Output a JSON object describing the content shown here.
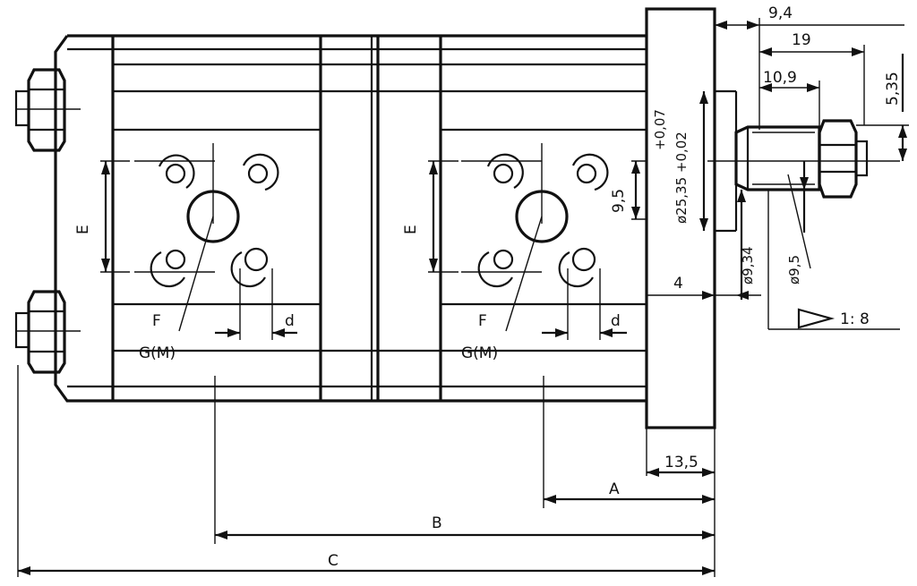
{
  "labels": {
    "dim_9_4": "9,4",
    "dim_19": "19",
    "dim_10_9": "10,9",
    "dim_5_35": "5,35",
    "dim_tol": "+0,07",
    "dim_bore": "ø25,35 +0,02",
    "dim_9_5_v": "9,5",
    "dim_dia_9_34": "ø9,34",
    "dim_dia_9_5": "ø9,5",
    "dim_4": "4",
    "taper": "1: 8",
    "dim_13_5": "13,5",
    "dim_A": "A",
    "dim_B": "B",
    "dim_C": "C",
    "E_left": "E",
    "E_right": "E",
    "F_left": "F",
    "F_right": "F",
    "d_left": "d",
    "d_right": "d",
    "GM_left": "G(M)",
    "GM_right": "G(M)"
  }
}
